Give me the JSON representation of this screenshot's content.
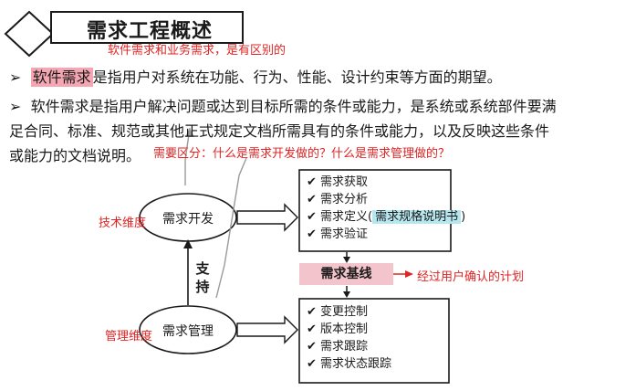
{
  "header": {
    "title": "需求工程概述"
  },
  "annotations": {
    "note_top": "软件需求和业务需求，是有区别的",
    "note_distinguish": "需要区分：什么是需求开发做的？什么是需求管理做的？",
    "tech_dimension": "技术维度",
    "mgmt_dimension": "管理维度",
    "confirmed_plan": "经过用户确认的计划"
  },
  "bullets": {
    "b1_highlight": "软件需求",
    "b1_rest": "是指用户对系统在功能、行为、性能、设计约束等方面的期望。",
    "b2_line1": "软件需求是指用户解决问题或达到目标所需的条件或能力，是系统或系统部件要满",
    "b2_line2": "足合同、标准、规范或其他正式规定文档所需具有的条件或能力，以及反映这些条件",
    "b2_line3": "或能力的文档说明。"
  },
  "diagram": {
    "dev_ellipse": "需求开发",
    "mgmt_ellipse": "需求管理",
    "support": [
      "支",
      "持"
    ],
    "dev_items": [
      "✔ 需求获取",
      "✔ 需求分析",
      "✔ 需求定义(",
      "需求规格说明书",
      ")",
      "✔ 需求验证"
    ],
    "baseline": "需求基线",
    "mgmt_items": [
      "✔ 变更控制",
      "✔ 版本控制",
      "✔ 需求跟踪",
      "✔ 需求状态跟踪"
    ]
  },
  "colors": {
    "annotation_red": "#e02424",
    "highlight_pink": "#f4a7b3",
    "highlight_cyan": "#b6e6ee",
    "baseline_bg": "#f4c4cc"
  }
}
